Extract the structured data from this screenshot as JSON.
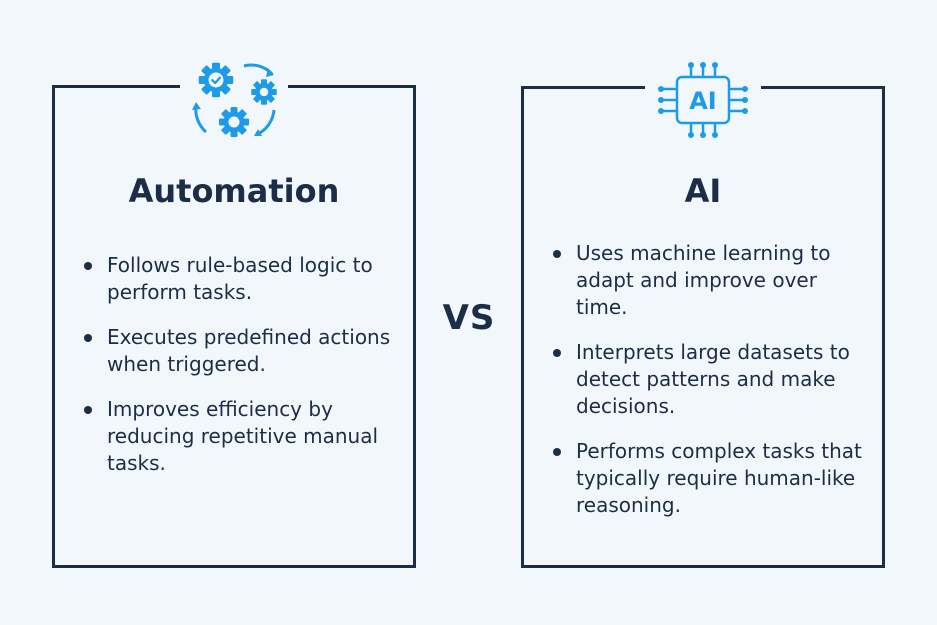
{
  "colors": {
    "background": "#f2f7fb",
    "ink": "#1b2d47",
    "accent": "#1d9be8"
  },
  "left": {
    "icon": "gears-cycle-icon",
    "title": "Automation",
    "bullets": [
      "Follows rule-based logic to perform tasks.",
      "Executes predefined actions when triggered.",
      "Improves efficiency by reducing repetitive manual tasks."
    ]
  },
  "vs": "VS",
  "right": {
    "icon": "ai-chip-icon",
    "chip_label": "AI",
    "title": "AI",
    "bullets": [
      "Uses machine learning to adapt and improve over time.",
      "Interprets large datasets to detect patterns and make decisions.",
      "Performs complex tasks that typically require human-like reasoning."
    ]
  }
}
